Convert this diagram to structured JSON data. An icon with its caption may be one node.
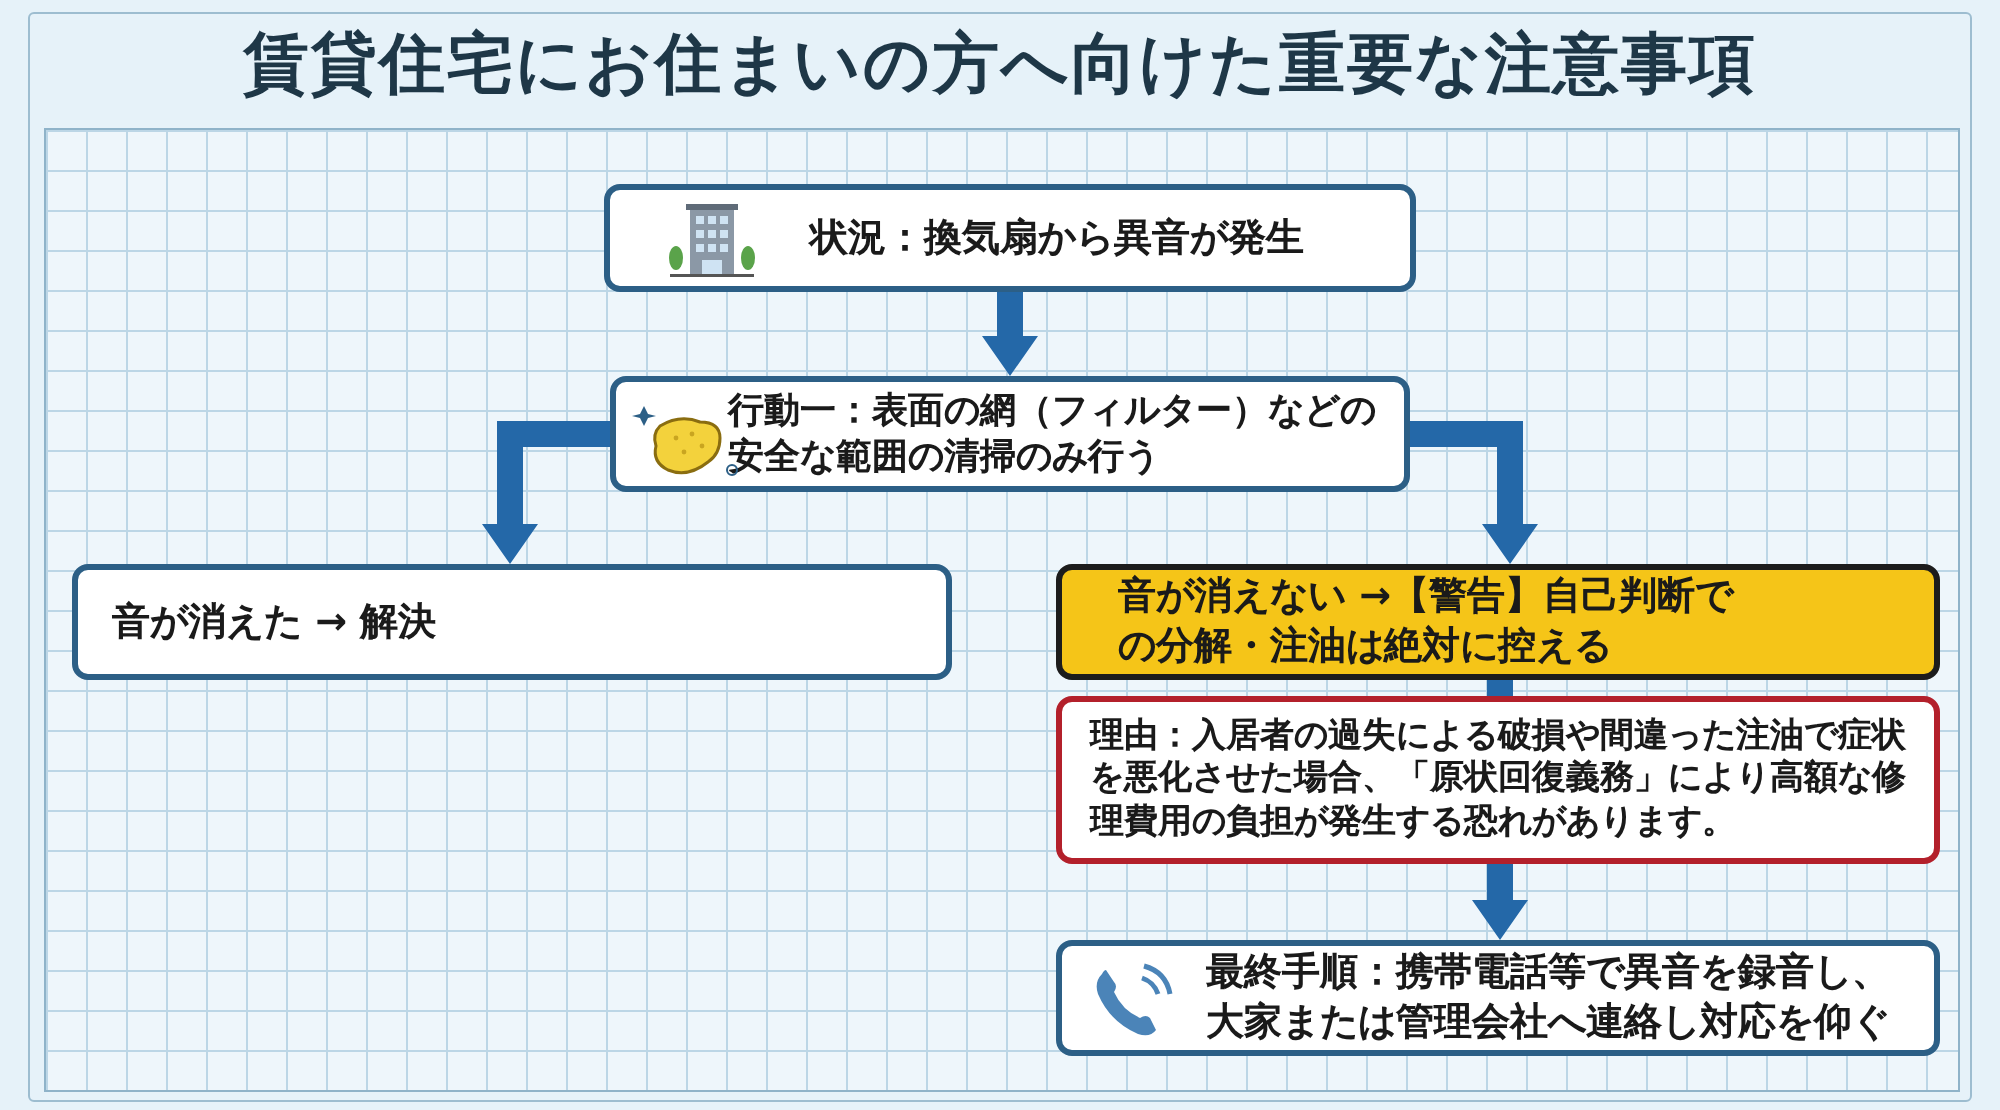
{
  "diagram": {
    "title": "賃貸住宅にお住まいの方へ向けた重要な注意事項",
    "nodes": [
      {
        "text": [
          "状況：換気扇から異音が発生"
        ]
      },
      {
        "text": [
          "行動一：表面の網（フィルター）などの安全な範囲の清掃のみ行う"
        ]
      },
      {
        "text": [
          "音が消えた → 解決"
        ]
      },
      {
        "text": [
          "音が消えない →【警告】自己判断での分解・注油は絶対に控える"
        ]
      },
      {
        "text": [
          "理由：入居者の過失による破損や間違った注油で症状を悪化させた場合、「原状回復義務」により高額な修理費用の負担が発生する恐れがあります。"
        ]
      },
      {
        "text": [
          "最終手順：携帯電話等で異音を録音し、大家または管理会社へ連絡し対応を仰ぐ"
        ]
      }
    ],
    "edges": [
      {
        "from": 0,
        "to": 1,
        "arrow": "to"
      },
      {
        "from": 1,
        "to": 2,
        "arrow": "to"
      },
      {
        "from": 1,
        "to": 3,
        "arrow": "to"
      },
      {
        "from": 3,
        "to": 4,
        "arrow": "none"
      },
      {
        "from": 4,
        "to": 5,
        "arrow": "to"
      }
    ]
  }
}
